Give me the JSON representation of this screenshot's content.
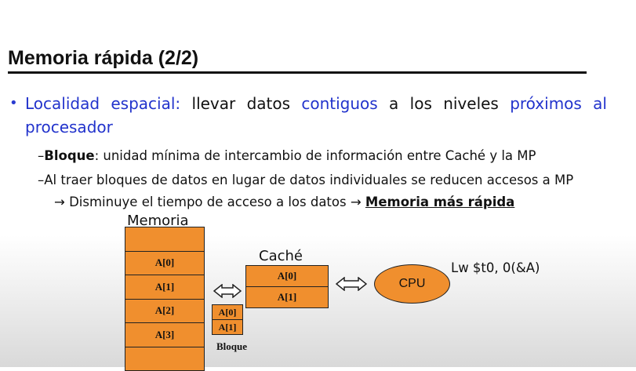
{
  "slide": {
    "title": "Memoria rápida (2/2)",
    "bullet": {
      "marker": "•",
      "seg1": "Localidad espacial:",
      "seg2": " llevar datos ",
      "seg3": "contiguos",
      "seg4": " a los niveles ",
      "seg5": "próximos al",
      "seg6": "procesador"
    },
    "sub1": {
      "dash": "–",
      "bold": "Bloque",
      "rest": ": unidad mínima de intercambio de información entre Caché y la MP"
    },
    "sub2": "–Al traer bloques de datos en lugar de datos individuales se reducen accesos a MP",
    "sub3": {
      "prefix": "→ Disminuye el tiempo de acceso a los datos → ",
      "emph": "Memoria más rápida"
    }
  },
  "diagram": {
    "memory_label": "Memoria",
    "memory_cells": [
      "",
      "A[0]",
      "A[1]",
      "A[2]",
      "A[3]",
      ""
    ],
    "block_cells": [
      "A[0]",
      "A[1]"
    ],
    "block_label": "Bloque",
    "cache_label": "Caché",
    "cache_cells": [
      "A[0]",
      "A[1]"
    ],
    "cpu_label": "CPU",
    "instruction": "Lw $t0, 0(&A)",
    "colors": {
      "box_fill": "#f08f2e",
      "accent_blue": "#2233cc"
    }
  }
}
